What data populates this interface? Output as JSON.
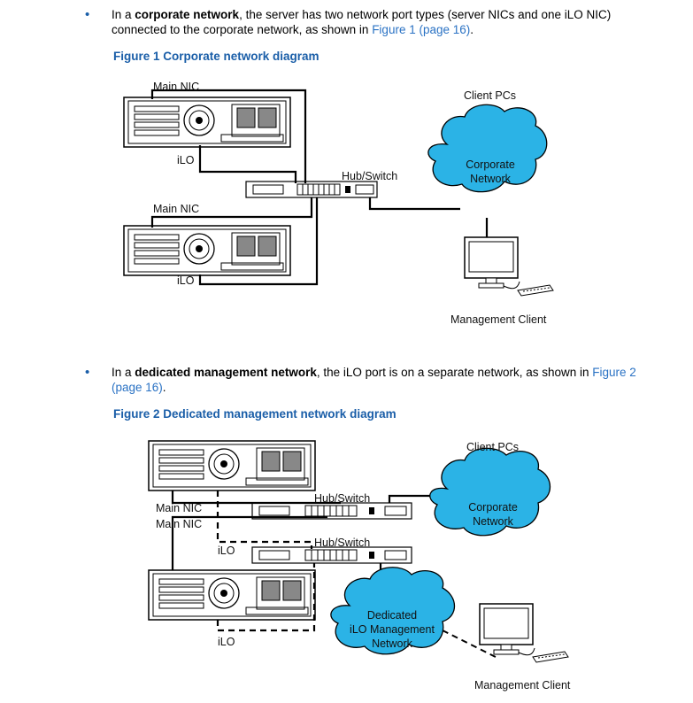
{
  "section1": {
    "pre": "In a ",
    "bold": "corporate network",
    "mid": ", the server has two network port types (server NICs and one iLO NIC) connected to the corporate network, as shown in ",
    "link": "Figure 1 (page 16)",
    "post": "."
  },
  "figure1": {
    "caption": "Figure 1 Corporate network diagram",
    "labels": {
      "main_nic_top": "Main NIC",
      "ilo_top": "iLO",
      "main_nic_bottom": "Main NIC",
      "ilo_bottom": "iLO",
      "hub_switch": "Hub/Switch",
      "client_pcs": "Client PCs",
      "cloud_line1": "Corporate",
      "cloud_line2": "Network",
      "management_client": "Management Client"
    }
  },
  "section2": {
    "pre": "In a ",
    "bold": "dedicated management network",
    "mid": ", the iLO port is on a separate network, as shown in ",
    "link": "Figure 2 (page 16)",
    "post": "."
  },
  "figure2": {
    "caption": "Figure 2 Dedicated management network diagram",
    "labels": {
      "client_pcs": "Client PCs",
      "hub_switch_top": "Hub/Switch",
      "hub_switch_bottom": "Hub/Switch",
      "main_nic_1": "Main NIC",
      "main_nic_2": "Main NIC",
      "ilo_top": "iLO",
      "ilo_bottom": "iLO",
      "corp_cloud_line1": "Corporate",
      "corp_cloud_line2": "Network",
      "ded_cloud_line1": "Dedicated",
      "ded_cloud_line2": "iLO Management",
      "ded_cloud_line3": "Network",
      "management_client": "Management Client"
    }
  },
  "colors": {
    "cloud_fill": "#2bb3e6",
    "link": "#2a72c4",
    "caption": "#1a5ea8"
  }
}
